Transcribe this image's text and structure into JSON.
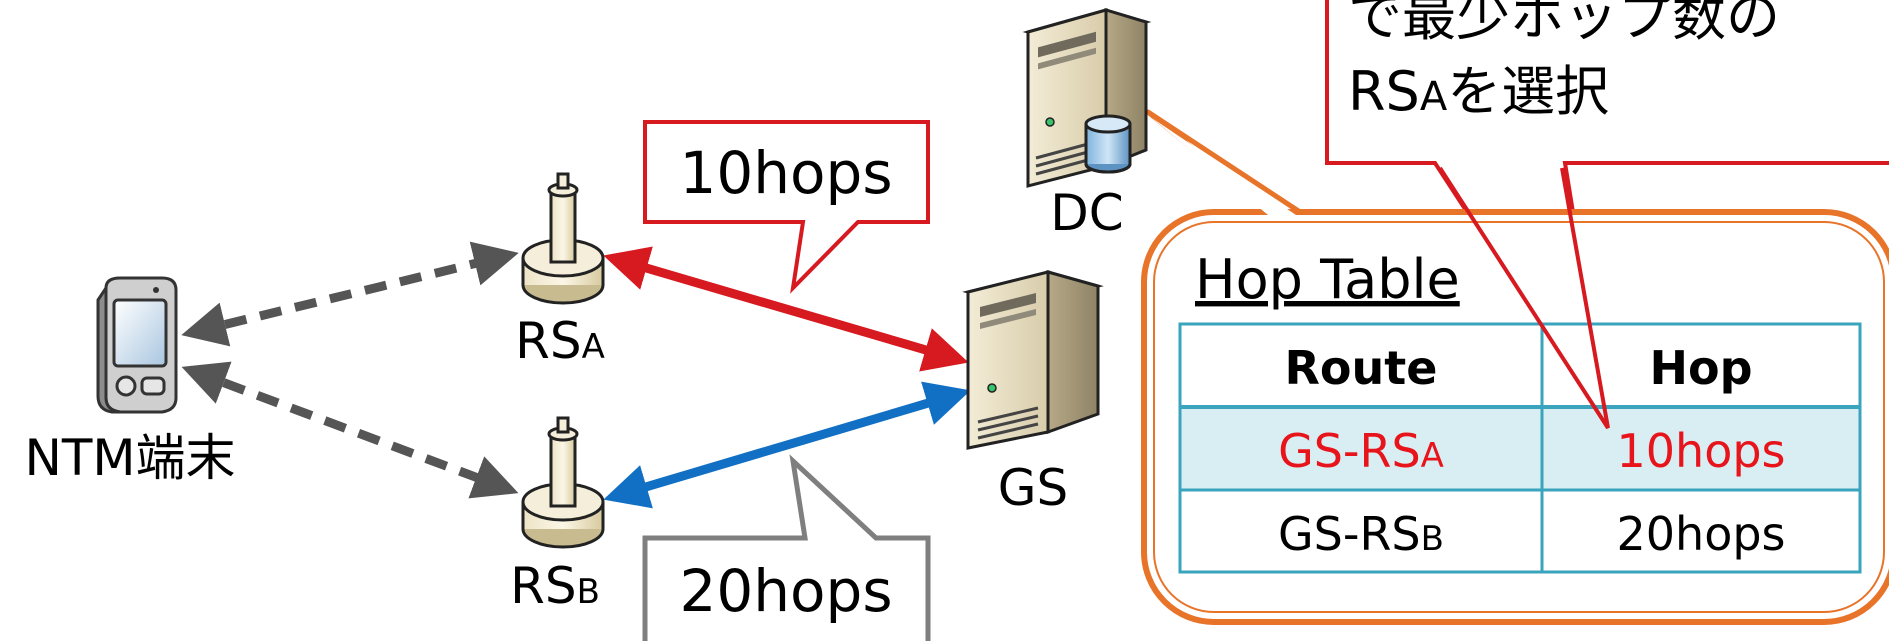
{
  "nodes": {
    "terminal": {
      "label": "NTM端末"
    },
    "rs_a": {
      "label_main": "RS",
      "label_sub": "A"
    },
    "rs_b": {
      "label_main": "RS",
      "label_sub": "B"
    },
    "gs": {
      "label": "GS"
    },
    "dc": {
      "label": "DC"
    }
  },
  "callouts": {
    "hops_a": "10hops",
    "hops_b": "20hops",
    "selection": {
      "line1": "で最少ホップ数の",
      "line2_main": "RS",
      "line2_sub": "A",
      "line2_rest": "を選択"
    }
  },
  "hop_table": {
    "title": "Hop Table",
    "headers": [
      "Route",
      "Hop"
    ],
    "rows": [
      {
        "route_main": "GS-RS",
        "route_sub": "A",
        "hop": "10hops",
        "highlight": true
      },
      {
        "route_main": "GS-RS",
        "route_sub": "B",
        "hop": "20hops",
        "highlight": false
      }
    ]
  },
  "colors": {
    "red": "#d71920",
    "blue": "#1270c4",
    "gray": "#555555",
    "orange": "#e8742a",
    "teal_border": "#3aa3bd",
    "row_highlight": "#d9eef3",
    "highlight_text": "#e8141c"
  },
  "icons": {
    "terminal": "handheld-terminal-icon",
    "relay": "relay-station-icon",
    "server": "server-icon",
    "database": "database-icon"
  }
}
